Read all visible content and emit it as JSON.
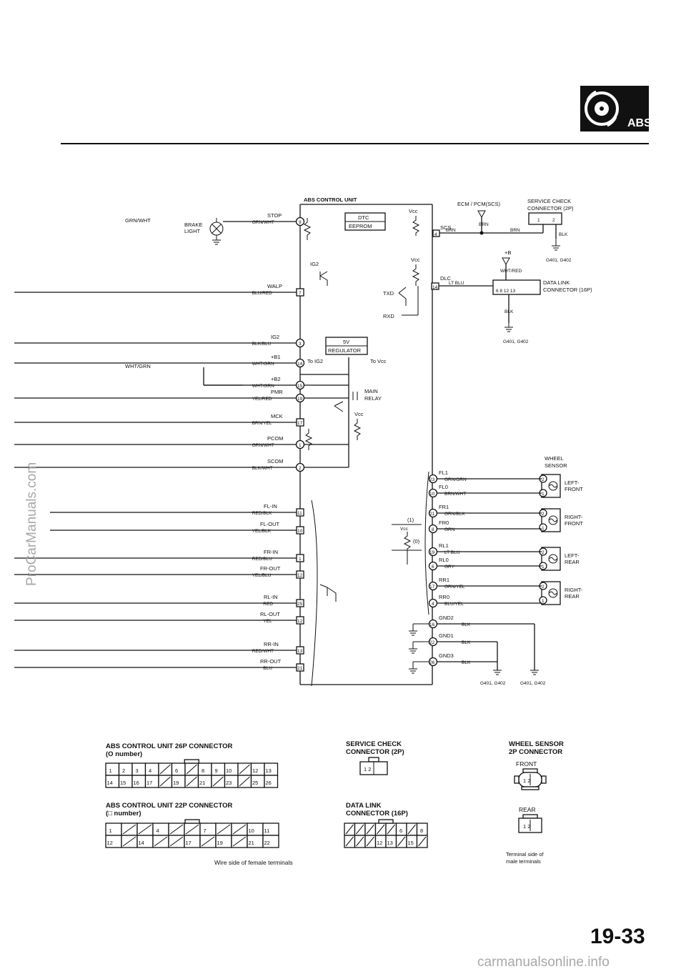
{
  "header": {
    "badge_text": "ABS",
    "logo_icon": "abs-brake-icon"
  },
  "page_number": "19-33",
  "watermarks": {
    "left": "ProCarManuals.com",
    "bottom": "carmanualsonline.info"
  },
  "unit": {
    "title": "ABS CONTROL UNIT",
    "dtc_line1": "DTC",
    "dtc_line2": "EEPROM",
    "regulator_line1": "5V",
    "regulator_line2": "REGULATOR",
    "to_ig2": "To IG2",
    "to_vcc": "To Vcc",
    "ig2_label": "IG2",
    "vcc": "Vcc",
    "txd": "TXD",
    "rxd": "RXD",
    "main_relay_line1": "MAIN",
    "main_relay_line2": "RELAY",
    "state_on": "(1)",
    "state_off": "(0)"
  },
  "left_terminals": [
    {
      "name": "STOP",
      "pin": "9",
      "wire": "GRN/WHT"
    },
    {
      "name": "WALP",
      "pin": "7",
      "wire": "BLU/RED"
    },
    {
      "name": "IG2",
      "pin": "3",
      "wire": "BLK/BLU"
    },
    {
      "name": "+B1",
      "pin": "14",
      "wire": "WHT/GRN"
    },
    {
      "name": "+B2",
      "pin": "15",
      "wire": "WHT/GRN"
    },
    {
      "name": "PMR",
      "pin": "19",
      "wire": "YEL/RED"
    },
    {
      "name": "MCK",
      "pin": "17",
      "wire": "BRN/YEL"
    },
    {
      "name": "PCOM",
      "pin": "1",
      "wire": "GRN/WHT"
    },
    {
      "name": "SCOM",
      "pin": "2",
      "wire": "BLK/WHT"
    },
    {
      "name": "FL-IN",
      "pin": "11",
      "wire": "RED/BLK"
    },
    {
      "name": "FL-OUT",
      "pin": "10",
      "wire": "YEL/BLK"
    },
    {
      "name": "FR-IN",
      "pin": "1",
      "wire": "RED/BLU"
    },
    {
      "name": "FR-OUT",
      "pin": "12",
      "wire": "YEL/BLU"
    },
    {
      "name": "RL-IN",
      "pin": "25",
      "wire": "RED"
    },
    {
      "name": "RL-OUT",
      "pin": "12",
      "wire": "YEL"
    },
    {
      "name": "RR-IN",
      "pin": "13",
      "wire": "RED/WHT"
    },
    {
      "name": "RR-OUT",
      "pin": "21",
      "wire": "BLU"
    }
  ],
  "brake_light": {
    "line1": "BRAKE",
    "line2": "LIGHT",
    "wire_left": "GRN/WHT"
  },
  "extra_wire": "WHT/GRN",
  "right_top": {
    "ecm_label": "ECM / PCM(SCS)",
    "scs_label": "SCS",
    "scs_pin": "4",
    "scs_wire": "BRN",
    "scs_wire2": "BRN",
    "service_check_line1": "SERVICE CHECK",
    "service_check_line2": "CONNECTOR (2P)",
    "sc_pin1": "1",
    "sc_pin2": "2",
    "sc_wire": "BLK",
    "ground1": "G401, G402",
    "plus_b": "+B",
    "dlc_wire_top": "WHT/RED",
    "dlc_label": "DLC",
    "dlc_pin": "14",
    "dlc_wire": "LT BLU",
    "dlc_pins": [
      "6",
      "8",
      "12",
      "13"
    ],
    "data_link_line1": "DATA LINK",
    "data_link_line2": "CONNECTOR (16P)",
    "dlc_gnd_wire": "BLK",
    "ground2": "G401, G402"
  },
  "wheel_sensors": {
    "header_line1": "WHEEL",
    "header_line2": "SENSOR",
    "sensors": [
      {
        "line1": "LEFT-",
        "line2": "FRONT"
      },
      {
        "line1": "RIGHT-",
        "line2": "FRONT"
      },
      {
        "line1": "LEFT-",
        "line2": "REAR"
      },
      {
        "line1": "RIGHT-",
        "line2": "REAR"
      }
    ],
    "terminals": [
      {
        "name": "FL1",
        "pin": "23",
        "wire": "GRN/ORN"
      },
      {
        "name": "FL0",
        "pin": "10",
        "wire": "BRN/WHT"
      },
      {
        "name": "FR1",
        "pin": "21",
        "wire": "GRN/BLK"
      },
      {
        "name": "FR0",
        "pin": "8",
        "wire": "GRN"
      },
      {
        "name": "RL1",
        "pin": "19",
        "wire": "LT BLU"
      },
      {
        "name": "RL0",
        "pin": "6",
        "wire": "GRY"
      },
      {
        "name": "RR1",
        "pin": "17",
        "wire": "GRN/YEL"
      },
      {
        "name": "RR0",
        "pin": "4",
        "wire": "BLU/YEL"
      }
    ],
    "sensor_pin1": "2",
    "sensor_pin2": "1"
  },
  "grounds": [
    {
      "name": "GND2",
      "pin": "16",
      "wire": "BLK"
    },
    {
      "name": "GND1",
      "pin": "22",
      "wire": "BLK"
    },
    {
      "name": "GND3",
      "pin": "26",
      "wire": "BLK"
    }
  ],
  "ground_label_a": "G401, G402",
  "ground_label_b": "G401, G402",
  "connectors": {
    "c26_line1": "ABS CONTROL UNIT 26P CONNECTOR",
    "c26_line2": "(O number)",
    "c26_top": [
      "1",
      "2",
      "3",
      "4",
      "",
      "6",
      "",
      "8",
      "9",
      "10",
      "",
      "12",
      "13"
    ],
    "c26_bottom": [
      "14",
      "15",
      "16",
      "17",
      "",
      "19",
      "",
      "21",
      "",
      "23",
      "",
      "25",
      "26"
    ],
    "c22_line1": "ABS CONTROL UNIT 22P CONNECTOR",
    "c22_line2": "(□ number)",
    "c22_top": [
      "1",
      "",
      "",
      "4",
      "",
      "",
      "7",
      "",
      "",
      "10",
      "11"
    ],
    "c22_bottom": [
      "12",
      "",
      "14",
      "",
      "",
      "17",
      "",
      "19",
      "",
      "21",
      "22"
    ],
    "sc_line1": "SERVICE CHECK",
    "sc_line2": "CONNECTOR (2P)",
    "sc_pins": [
      "1",
      "2"
    ],
    "dl_line1": "DATA LINK",
    "dl_line2": "CONNECTOR (16P)",
    "dl_top": [
      "",
      "",
      "",
      "",
      "",
      "6",
      "",
      "8"
    ],
    "dl_bottom": [
      "",
      "",
      "",
      "12",
      "13",
      "",
      "15",
      ""
    ],
    "ws_line1": "WHEEL SENSOR",
    "ws_line2": "2P CONNECTOR",
    "ws_front": "FRONT",
    "ws_rear": "REAR",
    "ws_pins": [
      "1",
      "2"
    ],
    "wire_side_note": "Wire side of female terminals",
    "terminal_note_line1": "Terminal side of",
    "terminal_note_line2": "male terminals"
  }
}
